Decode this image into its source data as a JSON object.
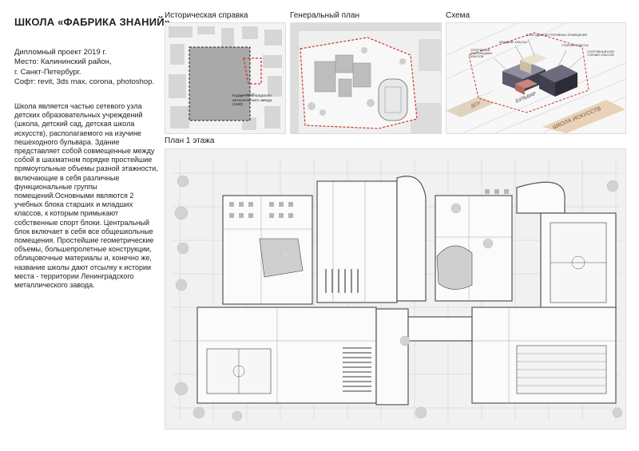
{
  "page": {
    "title": "ШКОЛА «ФАБРИКА ЗНАНИЙ»"
  },
  "meta": {
    "lines": [
      "Дипломный проект 2019 г.",
      "Место: Калининский район,",
      "г. Санкт-Петербург.",
      "Софт: revit, 3ds max, corona, photoshop."
    ]
  },
  "description": {
    "text": "Школа является частью сетевого узла детских образовательных учреждений (школа, детский сад, детская школа искусств), располагаемого на изучине пешеходного бульвара. Здание представляет собой совмещенные между собой в шахматном порядке простейшие прямоугольные объемы разной этажности, включающие в себя различные функциональные группы помещений.Основными являются 2 учебных блока старших и младших классов, к которым примыкают собственные спорт блоки. Центральный блок включает в себя все общешкольные помещения. Простейшие геометрические объемы, большепролетные конструкции, облицовочные материалы и, конечно же, название школы дают отсылку к истории места - территории Ленинградского металлического завода."
  },
  "panels": {
    "history": {
      "label": "Историческая справка",
      "annotation": [
        "Корпус Ленинградского",
        "металлического завода",
        "(1960)"
      ]
    },
    "masterplan": {
      "label": "Генеральный план"
    },
    "scheme": {
      "label": "Схема",
      "labels": {
        "admin": "БЛОК АДМИНИСТРАТИВНЫХ ПОМЕЩЕНИЙ",
        "junior": "МЛАДШИЕ КЛАССЫ",
        "senior": "СТАРШИЕ КЛАССЫ",
        "sport_junior": "СПОРТИВНЫЙ БЛОК МЛАДШИХ КЛАССОВ",
        "sport_senior": "СПОРТИВНЫЙ БЛОК СТАРШИХ КЛАССОВ",
        "dou": "ДОУ",
        "boulevard": "БУЛЬВАР",
        "art_school": "ШКОЛА ИСКУССТВ"
      }
    },
    "floorplan": {
      "label": "План 1 этажа"
    }
  },
  "colors": {
    "accent_red": "#d0342c",
    "plan_line": "#777777",
    "plan_bg": "#f1f1f1"
  }
}
